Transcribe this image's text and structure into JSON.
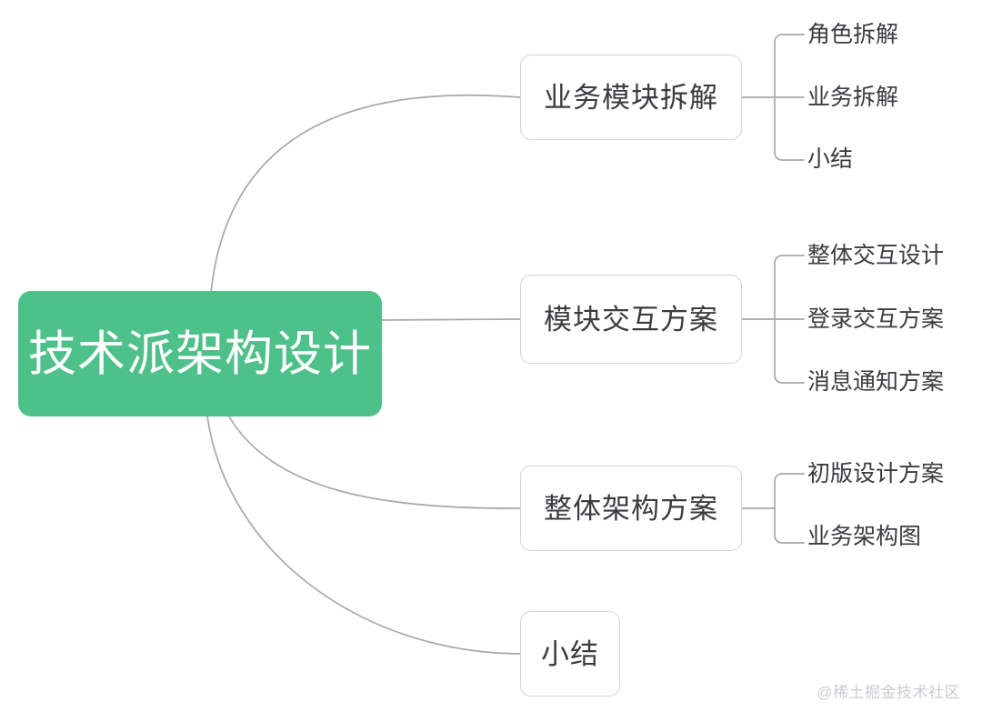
{
  "diagram": {
    "type": "mindmap",
    "title": "技术派架构设计",
    "background_color": "#ffffff",
    "root": {
      "label": "技术派架构设计",
      "fill_color": "#4ec18a",
      "text_color": "#ffffff"
    },
    "branch_style": {
      "fill_color": "#ffffff",
      "border_color": "#d2d4d6",
      "text_color": "#3b3b40",
      "connector_color": "#a8a8ac"
    },
    "branches": [
      {
        "label": "业务模块拆解",
        "leaves": [
          {
            "label": "角色拆解"
          },
          {
            "label": "业务拆解"
          },
          {
            "label": "小结"
          }
        ]
      },
      {
        "label": "模块交互方案",
        "leaves": [
          {
            "label": "整体交互设计"
          },
          {
            "label": "登录交互方案"
          },
          {
            "label": "消息通知方案"
          }
        ]
      },
      {
        "label": "整体架构方案",
        "leaves": [
          {
            "label": "初版设计方案"
          },
          {
            "label": "业务架构图"
          }
        ]
      },
      {
        "label": "小结",
        "leaves": []
      }
    ],
    "watermark": "@稀土掘金技术社区"
  }
}
